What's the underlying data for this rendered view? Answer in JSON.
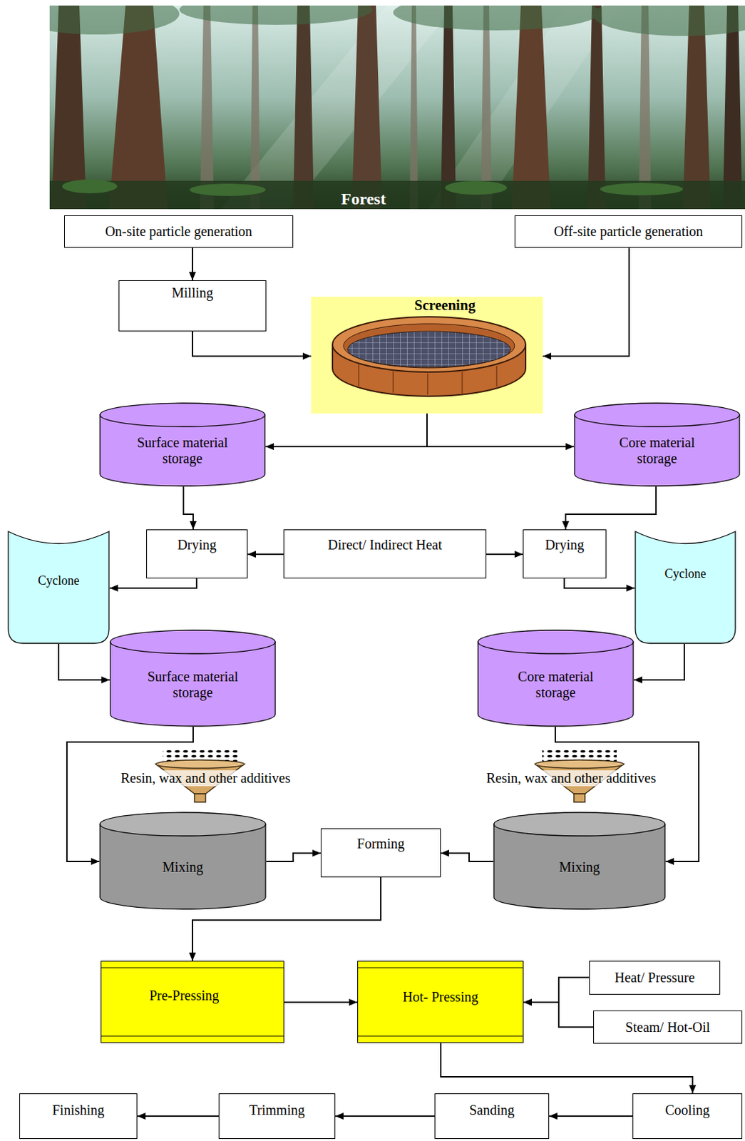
{
  "diagram": {
    "nodes": [
      {
        "text": [
          "Forest"
        ]
      },
      {
        "text": [
          "On-site particle generation"
        ]
      },
      {
        "text": [
          "Off-site particle generation"
        ]
      },
      {
        "text": [
          "Milling"
        ]
      },
      {
        "text": [
          "Screening"
        ]
      },
      {
        "text": [
          "Surface material storage"
        ]
      },
      {
        "text": [
          "Core material storage"
        ]
      },
      {
        "text": [
          "Drying"
        ]
      },
      {
        "text": [
          "Direct/ Indirect Heat"
        ]
      },
      {
        "text": [
          "Drying"
        ]
      },
      {
        "text": [
          "Cyclone"
        ]
      },
      {
        "text": [
          "Cyclone"
        ]
      },
      {
        "text": [
          "Surface material storage"
        ]
      },
      {
        "text": [
          "Core material storage"
        ]
      },
      {
        "text": [
          "Mixing"
        ]
      },
      {
        "text": [
          "Forming"
        ]
      },
      {
        "text": [
          "Mixing"
        ]
      },
      {
        "text": [
          "Pre-Pressing"
        ]
      },
      {
        "text": [
          "Hot- Pressing"
        ]
      },
      {
        "text": [
          "Heat/ Pressure"
        ]
      },
      {
        "text": [
          "Steam/ Hot-Oil"
        ]
      },
      {
        "text": [
          "Cooling"
        ]
      },
      {
        "text": [
          "Sanding"
        ]
      },
      {
        "text": [
          "Trimming"
        ]
      },
      {
        "text": [
          "Finishing"
        ]
      }
    ],
    "edges": [
      {
        "from": 1,
        "to": 3,
        "arrow": "to"
      },
      {
        "from": 3,
        "to": 4,
        "arrow": "to"
      },
      {
        "from": 2,
        "to": 4,
        "arrow": "to"
      },
      {
        "from": 4,
        "to": 5,
        "arrow": "to"
      },
      {
        "from": 4,
        "to": 6,
        "arrow": "to"
      },
      {
        "from": 5,
        "to": 7,
        "arrow": "to"
      },
      {
        "from": 6,
        "to": 9,
        "arrow": "to"
      },
      {
        "from": 8,
        "to": 7,
        "arrow": "to"
      },
      {
        "from": 8,
        "to": 9,
        "arrow": "to"
      },
      {
        "from": 7,
        "to": 10,
        "arrow": "to"
      },
      {
        "from": 9,
        "to": 11,
        "arrow": "to"
      },
      {
        "from": 10,
        "to": 12,
        "arrow": "to"
      },
      {
        "from": 11,
        "to": 13,
        "arrow": "to"
      },
      {
        "from": 12,
        "to": 14,
        "arrow": "to"
      },
      {
        "from": 13,
        "to": 16,
        "arrow": "to"
      },
      {
        "from": 14,
        "to": 15,
        "arrow": "to"
      },
      {
        "from": 16,
        "to": 15,
        "arrow": "to"
      },
      {
        "from": 15,
        "to": 17,
        "arrow": "to"
      },
      {
        "from": 17,
        "to": 18,
        "arrow": "to"
      },
      {
        "from": 19,
        "to": 18,
        "arrow": "to"
      },
      {
        "from": 20,
        "to": 18,
        "arrow": "to"
      },
      {
        "from": 18,
        "to": 21,
        "arrow": "to"
      },
      {
        "from": 21,
        "to": 22,
        "arrow": "to"
      },
      {
        "from": 22,
        "to": 23,
        "arrow": "to"
      },
      {
        "from": 23,
        "to": 24,
        "arrow": "to"
      }
    ],
    "labels": [
      "Resin, wax and other additives",
      "Resin, wax and other additives"
    ]
  }
}
